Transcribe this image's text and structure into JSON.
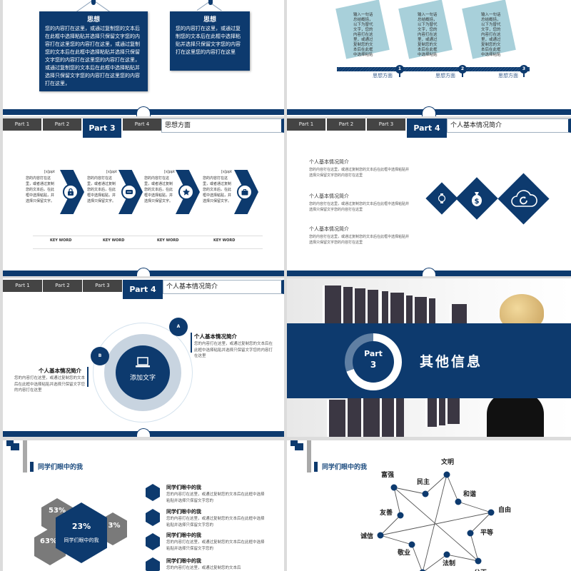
{
  "colors": {
    "navy": "#0d3a6e",
    "light_teal": "#a8d0da",
    "grey_tab": "#444444",
    "grey_hex": "#7a7a7a",
    "light_ring": "#c8d4e0"
  },
  "slide1": {
    "cards": [
      {
        "title": "思想",
        "body": "您的内容打在这里，或通过复制您的文本后在此框中选择粘贴并选择只保留文字您的内容打在这里您的内容打在这里，或通过复制您的文本后在此框中选择粘贴并选择只保留文字您的内容打在这里您的内容打在这里，或通过复制您的文本后在此框中选择粘贴并选择只保留文字您的内容打在这里您的内容打在这里，"
      },
      {
        "title": "思想",
        "body": "您的内容打在这里，或通过复制您的文本后在此框中选择粘贴并选择只保留文字您的内容打在这里您的内容打在这里"
      }
    ]
  },
  "slide2": {
    "notes": [
      {
        "text": "输入一句话总结概括，以下为替代文字，您的内容打在这里，或通过复制您的文本后在此框中选择粘贴"
      },
      {
        "text": "输入一句话总结概括，以下为替代文字，您的内容打在这里，或通过复制您的文本后在此框中选择粘贴"
      },
      {
        "text": "输入一句话总结概括，以下为替代文字，您的内容打在这里，或通过复制您的文本后在此框中选择粘贴"
      }
    ],
    "steps": [
      {
        "num": "1",
        "label": "思想方面"
      },
      {
        "num": "2",
        "label": "思想方面"
      },
      {
        "num": "3",
        "label": "思想方面"
      }
    ]
  },
  "slide3": {
    "tabs": [
      "Part 1",
      "Part 2",
      "Part 3",
      "Part 4"
    ],
    "active_tab": "Part 3",
    "title": "思想方面",
    "items": [
      {
        "tag": "[s]ppt",
        "text": "您的内容打在这里，或者通过复制您的文本后，在此框中选择粘贴，并选择只保留文字。",
        "icon": "lock-icon",
        "keyword": "KEY WORD"
      },
      {
        "tag": "[s]ppt",
        "text": "您的内容打在这里，或者通过复制您的文本后，在此框中选择粘贴，并选择只保留文字。",
        "icon": "chat-icon",
        "keyword": "KEY WORD"
      },
      {
        "tag": "[s]ppt",
        "text": "您的内容打在这里，或者通过复制您的文本后，在此框中选择粘贴，并选择只保留文字。",
        "icon": "star-icon",
        "keyword": "KEY WORD"
      },
      {
        "tag": "[s]ppt",
        "text": "您的内容打在这里，或者通过复制您的文本后，在此框中选择粘贴，并选择只保留文字。",
        "icon": "briefcase-icon",
        "keyword": "KEY WORD"
      }
    ]
  },
  "slide4": {
    "tabs": [
      "Part 1",
      "Part 2",
      "Part 3",
      "Part 4"
    ],
    "active_tab": "Part 4",
    "title": "个人基本情况简介",
    "sections": [
      {
        "title": "个人基本情况简介",
        "body": "您的内容打在这里，或通过复制您的文本后在此框中选择粘贴并选择只保留文字您的内容打在这里"
      },
      {
        "title": "个人基本情况简介",
        "body": "您的内容打在这里，或通过复制您的文本后在此框中选择粘贴并选择只保留文字您的内容打在这里"
      },
      {
        "title": "个人基本情况简介",
        "body": "您的内容打在这里，或通过复制您的文本后在此框中选择粘贴并选择只保留文字您的内容打在这里"
      }
    ],
    "icons": [
      "watch-icon",
      "money-bag-icon",
      "cloud-refresh-icon"
    ]
  },
  "slide5": {
    "tabs": [
      "Part 1",
      "Part 2",
      "Part 3",
      "Part 4"
    ],
    "active_tab": "Part 4",
    "title": "个人基本情况简介",
    "center_label": "添加文字",
    "bubble_a": "A",
    "bubble_b": "B",
    "info_a": {
      "title": "个人基本情况简介",
      "body": "您的内容打在这里，或通过复制您的文本后在此框中选择粘贴并选择只保留文字您的内容打在这里"
    },
    "info_b": {
      "title": "个人基本情况简介",
      "body": "您的内容打在这里，或通过复制您的文本后在此框中选择粘贴并选择只保留文字您的内容打在这里"
    }
  },
  "slide6": {
    "part_word": "Part",
    "part_num": "3",
    "title": "其他信息"
  },
  "slide7": {
    "heading": "同学们眼中的我",
    "hexagons": [
      {
        "value": "53%"
      },
      {
        "value": "63%"
      },
      {
        "value": "3%"
      },
      {
        "value": "23%",
        "label": "同学们眼中的我"
      }
    ],
    "items": [
      {
        "title": "同学们眼中的我",
        "body": "您的内容打在这里，或通过复制您的文本后在此框中选择粘贴并选择只保留文字您的"
      },
      {
        "title": "同学们眼中的我",
        "body": "您的内容打在这里，或通过复制您的文本后在此框中选择粘贴并选择只保留文字您的"
      },
      {
        "title": "同学们眼中的我",
        "body": "您的内容打在这里，或通过复制您的文本后在此框中选择粘贴并选择只保留文字您的"
      },
      {
        "title": "同学们眼中的我",
        "body": "您的内容打在这里，或通过复制您的文本后"
      }
    ]
  },
  "slide8": {
    "heading": "同学们眼中的我",
    "nodes": [
      {
        "label": "文明"
      },
      {
        "label": "民主"
      },
      {
        "label": "富强"
      },
      {
        "label": "和谐"
      },
      {
        "label": "自由"
      },
      {
        "label": "友善"
      },
      {
        "label": "平等"
      },
      {
        "label": "诚信"
      },
      {
        "label": "敬业"
      },
      {
        "label": "法制"
      },
      {
        "label": "公正"
      }
    ]
  }
}
